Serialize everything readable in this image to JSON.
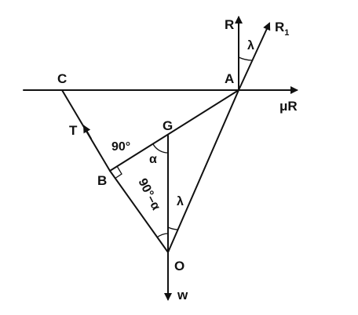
{
  "diagram": {
    "labels": {
      "C": "C",
      "A": "A",
      "G": "G",
      "B": "B",
      "O": "O",
      "T": "T",
      "R": "R",
      "R1": "R",
      "R1_sub": "1",
      "muR": "μR",
      "w": "w",
      "right_angle": "90°",
      "alpha": "α",
      "complement": "90°–α",
      "lambda_top": "λ",
      "lambda_bottom": "λ"
    }
  }
}
